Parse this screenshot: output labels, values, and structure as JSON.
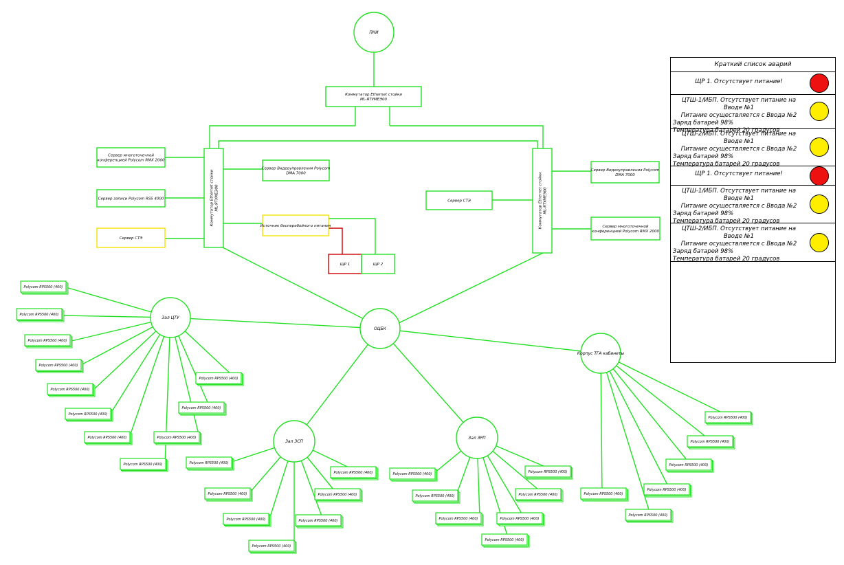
{
  "nodes": {
    "pki": "ПКИ",
    "switch_top": [
      "Коммутатор Ethernet стойки",
      "ML-ЯТУМЕЭ00"
    ],
    "switch_left": [
      "Коммутатор Ethernet стойки",
      "ML-ЯТУМЕЭ00"
    ],
    "switch_right": [
      "Коммутатор Ethernet стойки",
      "ML-ЯТУМЕЭ00"
    ],
    "server_mcu_left": [
      "Сервер многоточечной",
      "конференцией Polycom RMX 2000"
    ],
    "server_rss": "Сервер записи   Polycom RSS 4000",
    "server_stu_left": "Сервер СТЭ",
    "server_video_left": [
      "Сервер Видеоуправления Polycom",
      "DMA 7000"
    ],
    "ups": "Источник бесперебойного питания",
    "shr1": "ЩР 1",
    "shr2": "ЩР 2",
    "server_stu_right": "Сервер СТЭ",
    "server_video_right": [
      "Сервер Видеоуправления Polycom",
      "DMA 7000"
    ],
    "server_mcu_right": [
      "Сервер многоточечной",
      "конференцией Polycom RMX 2000"
    ],
    "center": "ОЦБК",
    "zone_cts": "Зал ЦТУ",
    "zone_zrp": "Зал ЗРП",
    "zone_zsp": "Зал ЗСП",
    "zone_building": "Корпус ТГА кабинеты",
    "endpoint": "Polycom RPS500 (400)"
  },
  "alarms": {
    "title": "Краткий список аварий",
    "items": [
      {
        "lines": [
          "ЩР 1. Отсутствует питание!"
        ],
        "color": "#ee1111"
      },
      {
        "lines": [
          "ЦТШ-1/ИБП. Отсутствует питание на Вводе №1",
          "Питание осуществляется с Ввода №2",
          "Заряд батарей 98%",
          "Температура батарей 20 градусов"
        ],
        "color": "#ffee00"
      },
      {
        "lines": [
          "ЦТШ-2/ИБП. Отсутствует питание на Вводе №1",
          "Питание осуществляется с Ввода №2",
          "Заряд батарей 98%",
          "Температура батарей 20 градусов"
        ],
        "color": "#ffee00"
      },
      {
        "lines": [
          "ЩР 1. Отсутствует питание!"
        ],
        "color": "#ee1111"
      },
      {
        "lines": [
          "ЦТШ-1/ИБП. Отсутствует питание на Вводе №1",
          "Питание осуществляется с Ввода №2",
          "Заряд батарей 98%",
          "Температура батарей 20 градусов"
        ],
        "color": "#ffee00"
      },
      {
        "lines": [
          "ЦТШ-2/ИБП. Отсутствует питание на Вводе №1",
          "Питание осуществляется с Ввода №2",
          "Заряд батарей 98%",
          "Температура батарей 20 градусов"
        ],
        "color": "#ffee00"
      }
    ]
  },
  "colors": {
    "green": "#22e022",
    "yellow": "#f2e000",
    "red": "#cc0000"
  }
}
